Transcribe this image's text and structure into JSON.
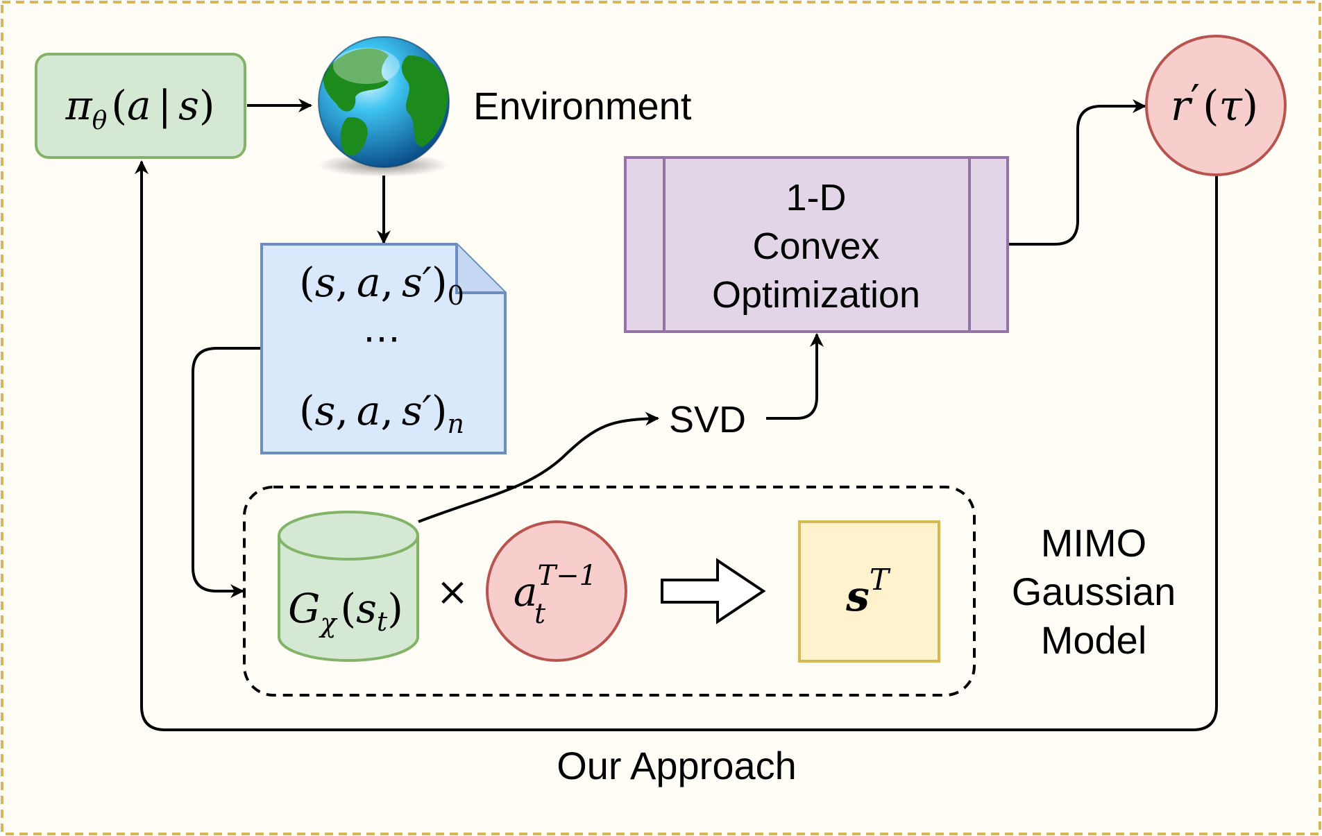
{
  "colors": {
    "background": "#fffdf6",
    "outer_border": "#d6b656",
    "policy_fill": "#d5e8d4",
    "policy_stroke": "#82b366",
    "reward_fill": "#f8cecc",
    "reward_stroke": "#b85450",
    "document_fill": "#dae8fc",
    "document_stroke": "#6c8ebf",
    "optimizer_fill": "#e1d5e7",
    "optimizer_stroke": "#9673a6",
    "state_fill": "#fff2cc",
    "state_stroke": "#d6b656"
  },
  "policy": {
    "symbol": "π",
    "sub": "θ",
    "open": "(",
    "arg1": "a",
    "bar": "|",
    "arg2": "s",
    "close": ")"
  },
  "environment": {
    "label": "Environment",
    "icon": "globe-icon"
  },
  "trajectories": {
    "first": {
      "open": "(",
      "s": "s",
      "comma1": ",",
      "a": "a",
      "comma2": ",",
      "sp": "s′",
      "close": ")",
      "sub": "0"
    },
    "ellipsis": "⋯",
    "last": {
      "open": "(",
      "s": "s",
      "comma1": ",",
      "a": "a",
      "comma2": ",",
      "sp": "s′",
      "close": ")",
      "sub": "n"
    }
  },
  "optimizer": {
    "line1": "1-D",
    "line2": "Convex",
    "line3": "Optimization"
  },
  "svd": {
    "label": "SVD"
  },
  "reward": {
    "r": "r",
    "prime": "′",
    "open": "(",
    "tau": "τ",
    "close": ")"
  },
  "gaussian_model": {
    "cylinder": {
      "G": "G",
      "sub": "χ",
      "open": "(",
      "s": "s",
      "s_sub": "t",
      "close": ")"
    },
    "times": "×",
    "action": {
      "a": "a",
      "sub": "t",
      "sup": "T−1"
    },
    "state": {
      "s": "s",
      "sup": "T"
    },
    "label_line1": "MIMO",
    "label_line2": "Gaussian",
    "label_line3": "Model"
  },
  "caption": "Our Approach"
}
